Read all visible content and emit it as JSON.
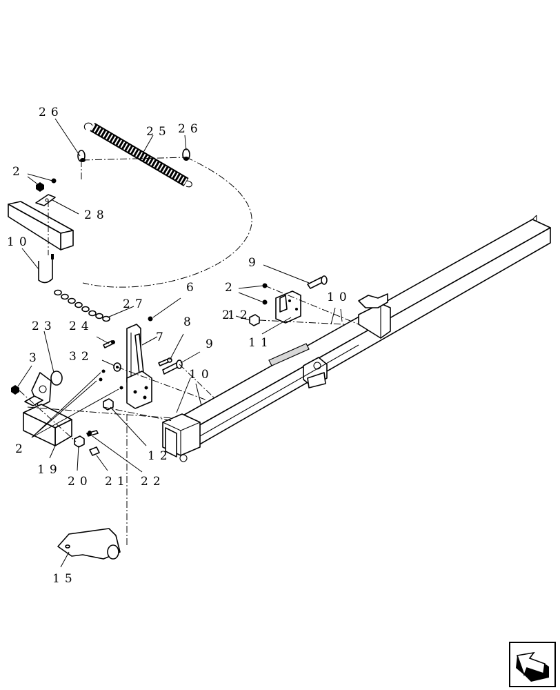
{
  "callouts": {
    "c26a": "26",
    "c25": "25",
    "c26b": "26",
    "c2a": "2",
    "c28": "28",
    "c10a": "10",
    "c9a": "9",
    "c2b": "2",
    "c2c": "2",
    "c10b": "10",
    "c12a": "12",
    "c11": "11",
    "c6": "6",
    "c27": "27",
    "c23": "23",
    "c24": "24",
    "c7": "7",
    "c8": "8",
    "c9b": "9",
    "c3": "3",
    "c32": "32",
    "c10c": "10",
    "c2d": "2",
    "c12b": "12",
    "c19": "19",
    "c20": "20",
    "c21": "21",
    "c22": "22",
    "c15": "15"
  },
  "icons": {
    "nav": "return-arrow-icon"
  }
}
